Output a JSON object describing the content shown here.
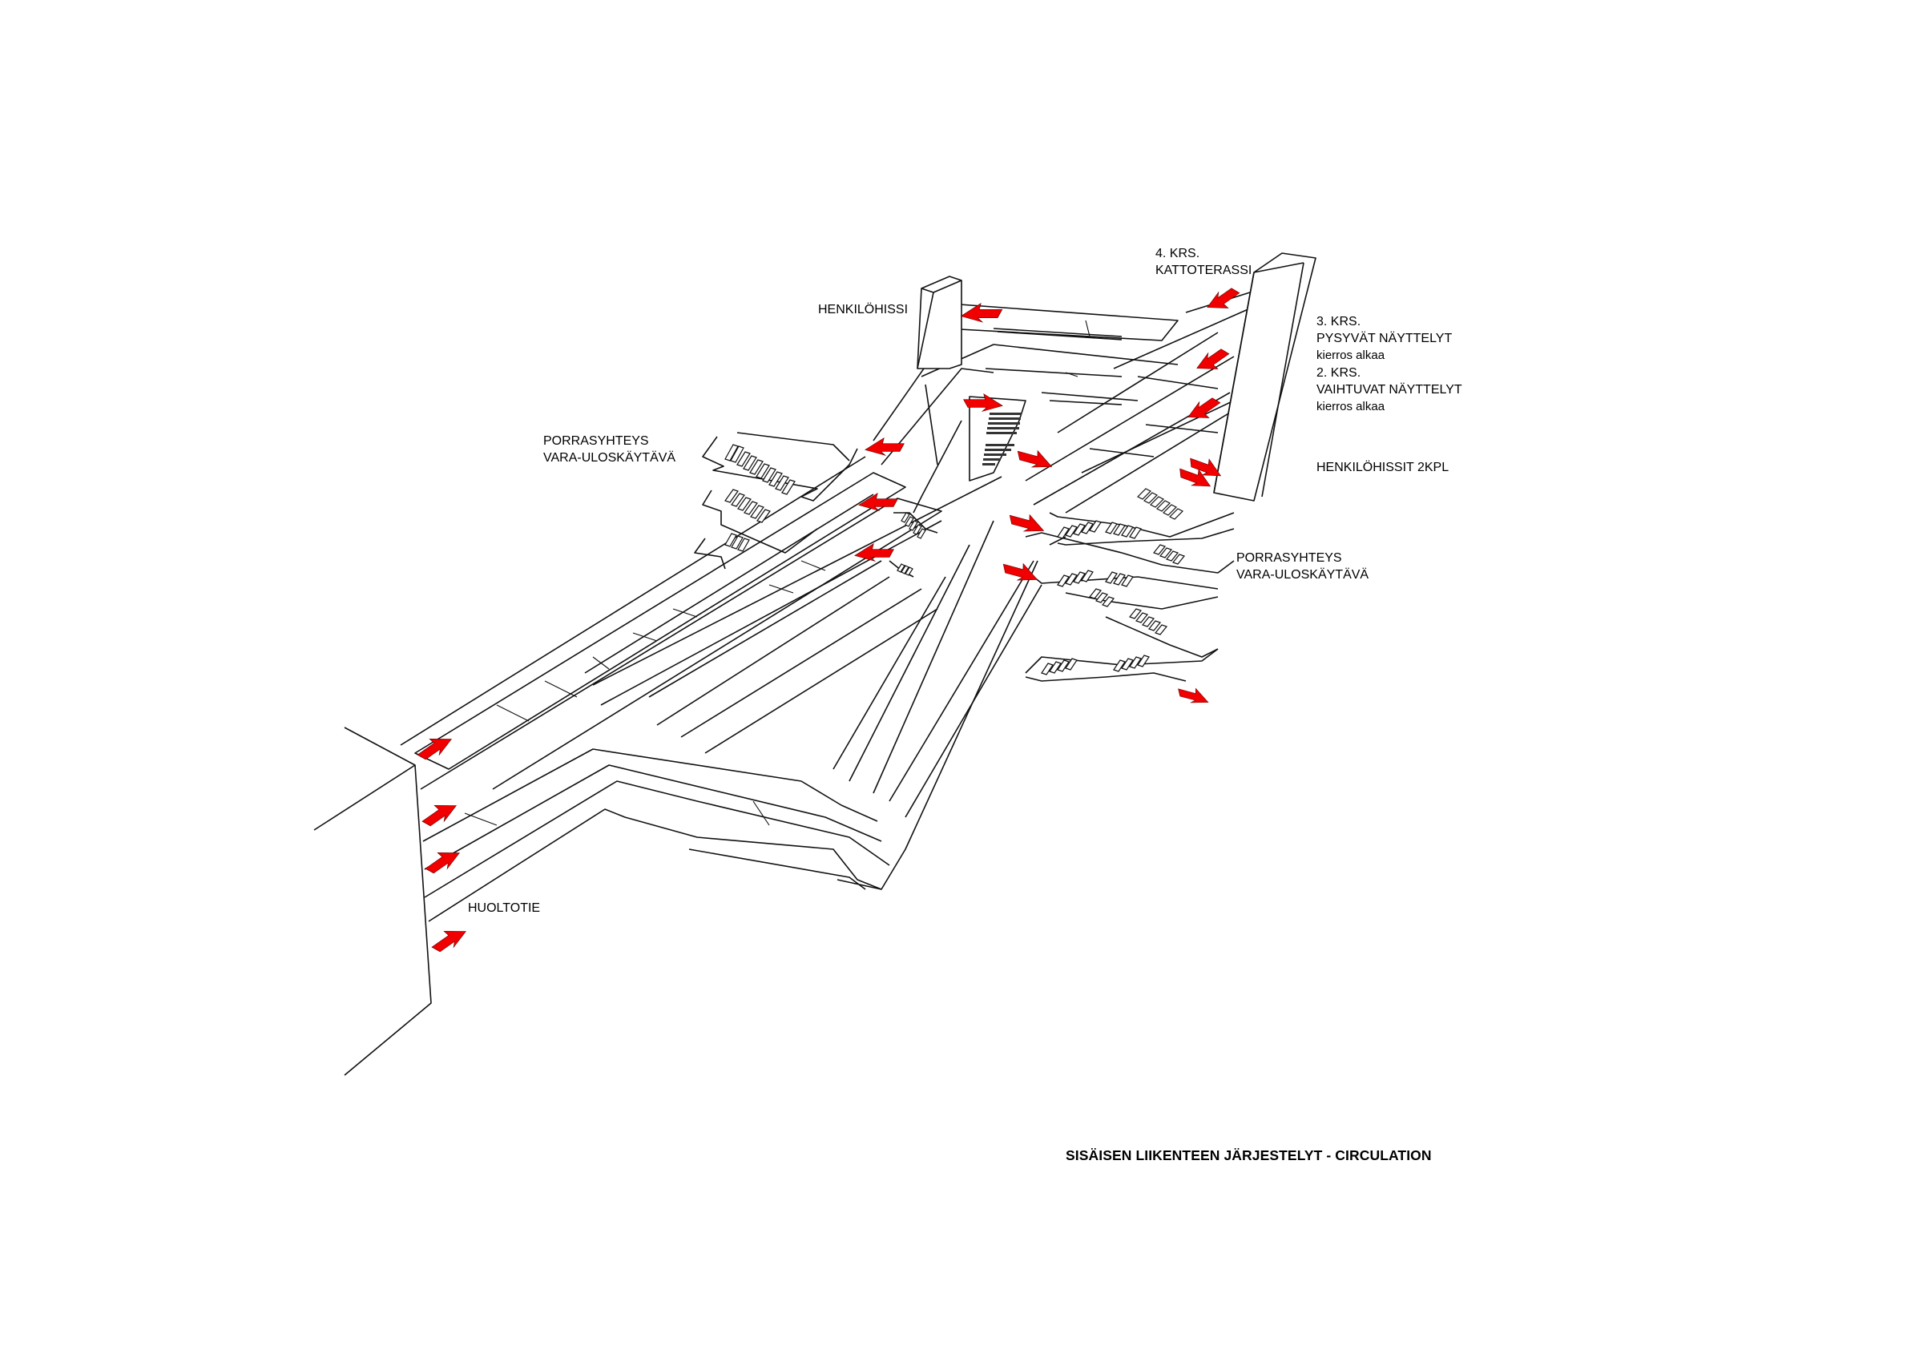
{
  "title": "SISÄISEN LIIKENTEEN JÄRJESTELYT - CIRCULATION",
  "labels": {
    "henkilohissi": "HENKILÖHISSI",
    "roof_floor": "4. KRS.",
    "roof_name": "KATTOTERASSI",
    "third_floor": "3. KRS.",
    "third_name": "PYSYVÄT NÄYTTELYT",
    "third_note": "kierros alkaa",
    "second_floor": "2. KRS.",
    "second_name": "VAIHTUVAT NÄYTTELYT",
    "second_note": "kierros alkaa",
    "lifts": "HENKILÖHISSIT 2KPL",
    "stair_left_1": "PORRASYHTEYS",
    "stair_left_2": "VARA-ULOSKÄYTÄVÄ",
    "stair_right_1": "PORRASYHTEYS",
    "stair_right_2": "VARA-ULOSKÄYTÄVÄ",
    "service": "HUOLTOTIE"
  },
  "colors": {
    "arrow": "#f00000",
    "line": "#111111",
    "background": "#ffffff"
  },
  "arrows": [
    {
      "name": "arrow-henkilohissi",
      "dir": "left"
    },
    {
      "name": "arrow-roof-terrace",
      "dir": "down-left"
    },
    {
      "name": "arrow-third-floor",
      "dir": "down-left"
    },
    {
      "name": "arrow-second-floor",
      "dir": "down-left"
    },
    {
      "name": "arrow-lifts-upper",
      "dir": "right"
    },
    {
      "name": "arrow-lifts-lower",
      "dir": "right"
    },
    {
      "name": "arrow-center-top",
      "dir": "right"
    },
    {
      "name": "arrow-center-right-1",
      "dir": "right"
    },
    {
      "name": "arrow-center-right-2",
      "dir": "right"
    },
    {
      "name": "arrow-center-right-3",
      "dir": "right"
    },
    {
      "name": "arrow-center-left-1",
      "dir": "left"
    },
    {
      "name": "arrow-center-left-2",
      "dir": "left"
    },
    {
      "name": "arrow-center-left-3",
      "dir": "left"
    },
    {
      "name": "arrow-exit-bottom",
      "dir": "right"
    },
    {
      "name": "arrow-service-1",
      "dir": "up-right"
    },
    {
      "name": "arrow-service-2",
      "dir": "up-right"
    },
    {
      "name": "arrow-service-3",
      "dir": "up-right"
    },
    {
      "name": "arrow-service-4",
      "dir": "up-right"
    }
  ]
}
